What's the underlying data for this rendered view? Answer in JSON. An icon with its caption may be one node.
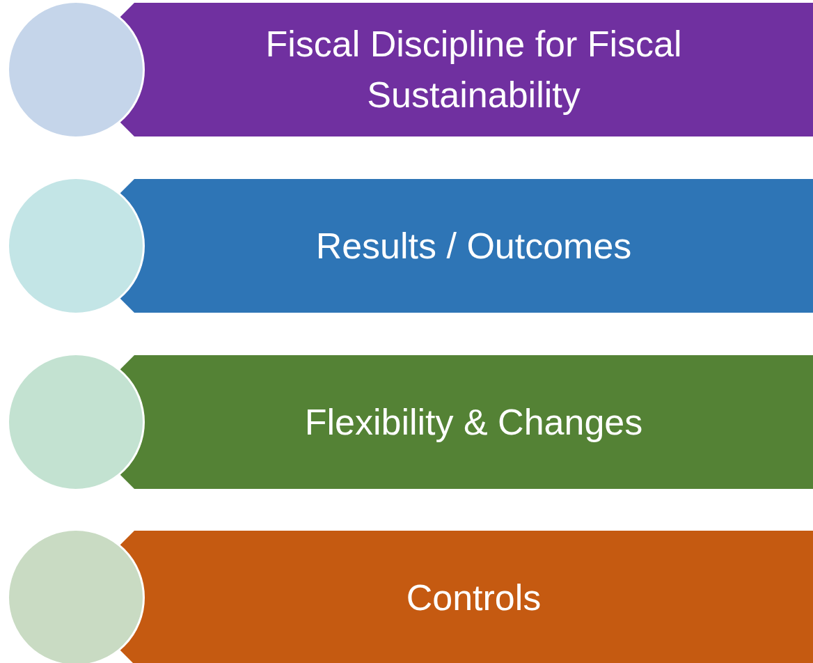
{
  "diagram": {
    "nodes": [
      {
        "text": [],
        "shape": "circle"
      },
      {
        "text": [
          "Fiscal Discipline for Fiscal Sustainability"
        ]
      },
      {
        "text": [],
        "shape": "circle"
      },
      {
        "text": [
          "Results / Outcomes"
        ]
      },
      {
        "text": [],
        "shape": "circle"
      },
      {
        "text": [
          "Flexibility & Changes"
        ]
      },
      {
        "text": [],
        "shape": "circle"
      },
      {
        "text": [
          "Controls"
        ]
      }
    ]
  }
}
